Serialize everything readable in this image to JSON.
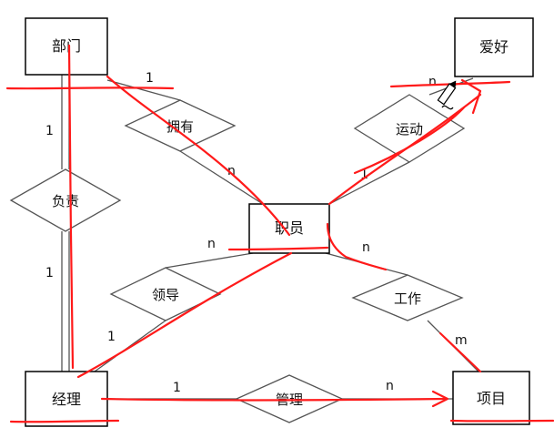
{
  "diagram": {
    "entities": {
      "dept": "部门",
      "hobby": "爱好",
      "staff": "职员",
      "manager": "经理",
      "project": "项目"
    },
    "relations": {
      "own": "拥有",
      "sport": "运动",
      "charge": "负责",
      "lead": "领导",
      "work": "工作",
      "manage": "管理"
    },
    "cardinalities": {
      "dept_own": "1",
      "own_staff": "n",
      "hobby_sport": "n",
      "sport_staff": "1",
      "dept_charge": "1",
      "charge_manager": "1",
      "staff_lead": "n",
      "lead_manager": "1",
      "staff_work": "n",
      "work_project": "m",
      "manager_manage": "1",
      "manage_project": "n"
    },
    "colors": {
      "line": "#555555",
      "annotation": "#ff1a1a",
      "text": "#111111"
    },
    "icons": [
      "pencil-cursor-icon"
    ]
  }
}
